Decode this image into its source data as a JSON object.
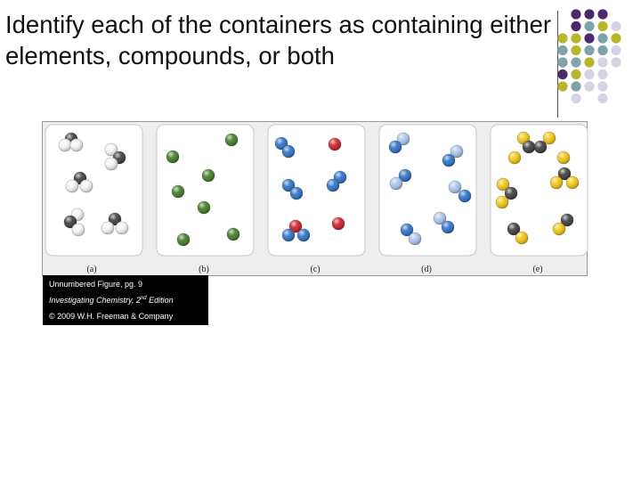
{
  "slide": {
    "title": "Identify each of the containers as containing either elements, compounds, or both"
  },
  "figure": {
    "panel_labels": [
      "(a)",
      "(b)",
      "(c)",
      "(d)",
      "(e)"
    ],
    "atom_colors": {
      "white": "#f4f4f4",
      "black": "#3a3a3a",
      "green": "#3f7a24",
      "blue": "#2a6fc4",
      "red": "#d11a24",
      "lightblue": "#a9c4ec",
      "yellow": "#f2c410"
    }
  },
  "caption": {
    "line1": "Unnumbered Figure, pg. 9",
    "line2_main": "Investigating Chemistry, 2",
    "line2_sup": "nd",
    "line2_end": " Edition",
    "line3": "© 2009 W.H. Freeman & Company"
  },
  "decor": {
    "dot_colors": {
      "purple": "#4b2a6b",
      "teal": "#7fa3a8",
      "olive": "#b8b62a",
      "lavender": "#d4d4e4"
    }
  }
}
